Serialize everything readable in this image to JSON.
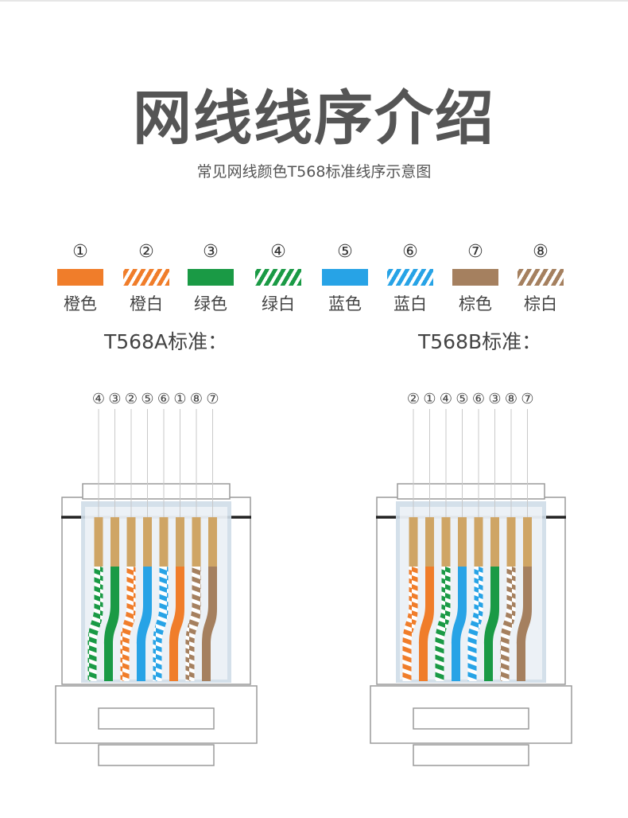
{
  "title": "网线线序介绍",
  "subtitle": "常见网线颜色T568标准线序示意图",
  "colors": {
    "orange": "#f07d2a",
    "green": "#1a9a45",
    "blue": "#27a3e6",
    "brown": "#a5805f",
    "gold": "#cfa565",
    "frame": "#9a9a9a",
    "clip": "#cfdde8"
  },
  "legend": [
    {
      "num": "①",
      "name": "橙色",
      "color": "orange",
      "striped": false
    },
    {
      "num": "②",
      "name": "橙白",
      "color": "orange",
      "striped": true
    },
    {
      "num": "③",
      "name": "绿色",
      "color": "green",
      "striped": false
    },
    {
      "num": "④",
      "name": "绿白",
      "color": "green",
      "striped": true
    },
    {
      "num": "⑤",
      "name": "蓝色",
      "color": "blue",
      "striped": false
    },
    {
      "num": "⑥",
      "name": "蓝白",
      "color": "blue",
      "striped": true
    },
    {
      "num": "⑦",
      "name": "棕色",
      "color": "brown",
      "striped": false
    },
    {
      "num": "⑧",
      "name": "棕白",
      "color": "brown",
      "striped": true
    }
  ],
  "standards": [
    {
      "label": "T568A标准：",
      "sequence": [
        "④",
        "③",
        "②",
        "⑤",
        "⑥",
        "①",
        "⑧",
        "⑦"
      ]
    },
    {
      "label": "T568B标准：",
      "sequence": [
        "②",
        "①",
        "④",
        "⑤",
        "⑥",
        "③",
        "⑧",
        "⑦"
      ]
    }
  ]
}
